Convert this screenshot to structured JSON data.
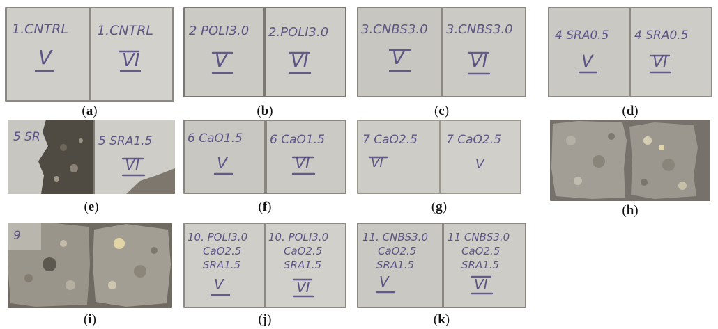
{
  "panels": [
    {
      "label": "a",
      "left": [
        "1.CNTRL",
        "V"
      ],
      "right": [
        "1.CNTRL",
        "VI"
      ],
      "state": "intact"
    },
    {
      "label": "b",
      "left": [
        "2 POLI3.0",
        "V"
      ],
      "right": [
        "2.POLI3.0",
        "VI"
      ],
      "state": "intact"
    },
    {
      "label": "c",
      "left": [
        "3.CNBS3.0",
        "V"
      ],
      "right": [
        "3.CNBS3.0",
        "VI"
      ],
      "state": "intact"
    },
    {
      "label": "d",
      "left": [
        "4 SRA0.5",
        "V"
      ],
      "right": [
        "4 SRA0.5",
        "VI"
      ],
      "state": "intact"
    },
    {
      "label": "e",
      "left": [
        "5 SR"
      ],
      "right": [
        "5 SRA1.5",
        "VI"
      ],
      "state": "partially-damaged"
    },
    {
      "label": "f",
      "left": [
        "6 CaO1.5",
        "V"
      ],
      "right": [
        "6 CaO1.5",
        "VI"
      ],
      "state": "intact"
    },
    {
      "label": "g",
      "left": [
        "7 CaO2.5",
        "VI"
      ],
      "right": [
        "7 CaO2.5",
        "V"
      ],
      "state": "intact"
    },
    {
      "label": "h",
      "left": [],
      "right": [],
      "state": "destroyed"
    },
    {
      "label": "i",
      "left": [
        "9"
      ],
      "right": [],
      "state": "destroyed"
    },
    {
      "label": "j",
      "left": [
        "10. POLI3.0",
        "CaO2.5",
        "SRA1.5",
        "V"
      ],
      "right": [
        "10. POLI3.0",
        "CaO2.5",
        "SRA1.5",
        "VI"
      ],
      "state": "intact"
    },
    {
      "label": "k",
      "left": [
        "11. CNBS3.0",
        "CaO2.5",
        "SRA1.5",
        "V"
      ],
      "right": [
        "11 CNBS3.0",
        "CaO2.5",
        "SRA1.5",
        "VI"
      ],
      "state": "intact"
    }
  ],
  "colors": {
    "concrete": "#c9c8c3",
    "concrete_dark": "#8f8b83",
    "ink": "#4a3f7a"
  }
}
